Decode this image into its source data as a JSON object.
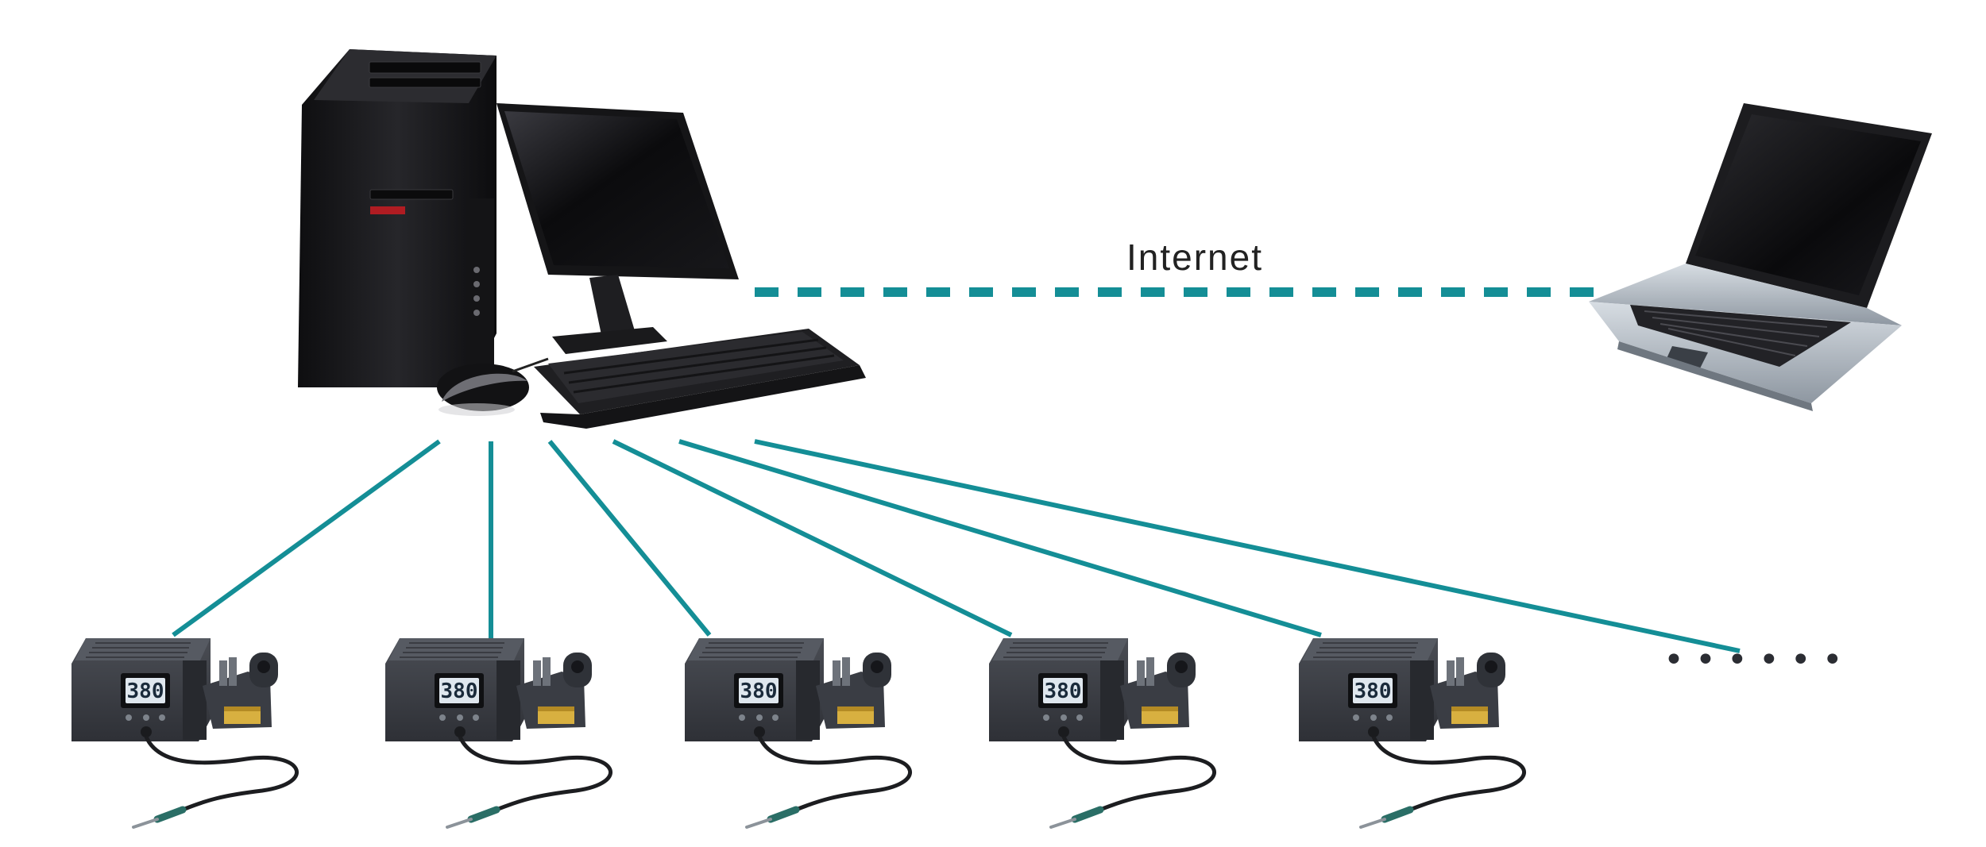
{
  "network_label": "Internet",
  "station_display_value": "380",
  "station_count": 5,
  "more_indicator": "• • •  • • •",
  "colors": {
    "link": "#148e96",
    "background": "#ffffff",
    "device_dark": "#1c1c1e",
    "station_grey": "#3e4147",
    "lcd": "#dfe7ee",
    "laptop_silver": "#b9c1c9"
  },
  "icons": {
    "server": "desktop-computer-icon",
    "client": "laptop-icon",
    "station": "soldering-station-icon"
  }
}
